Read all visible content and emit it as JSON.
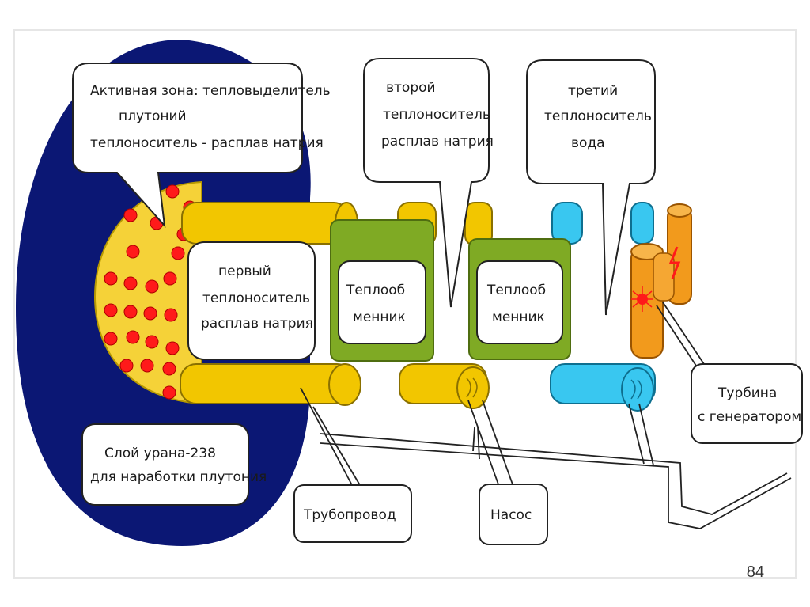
{
  "colors": {
    "background": "#ffffff",
    "slide_frame": "#e8e8e8",
    "uranium_layer": "#0b1774",
    "core": "#f5d238",
    "fuel": "#ff1a1a",
    "primary_loop": "#f2c600",
    "tertiary_loop": "#39c7f0",
    "heat_exchanger": "#7faa24",
    "turbine": "#f29a1c"
  },
  "labels": {
    "core": [
      "Активная зона: тепловыделитель",
      "плутоний",
      "теплоноситель - расплав натрия"
    ],
    "second_coolant": [
      "второй",
      "теплоноситель",
      "расплав натрия"
    ],
    "third_coolant": [
      "третий",
      "теплоноситель",
      "вода"
    ],
    "first_coolant": [
      "первый",
      "теплоноситель",
      "расплав натрия"
    ],
    "heat_exchanger_1": [
      "Теплооб",
      "менник"
    ],
    "heat_exchanger_2": [
      "Теплооб",
      "менник"
    ],
    "turbine": [
      "Турбина",
      "с генератором"
    ],
    "uranium_layer": [
      "Слой урана-238",
      "для наработки плутония"
    ],
    "pipeline": [
      "Трубопровод"
    ],
    "pump": [
      "Насос"
    ]
  },
  "page_number": "84"
}
